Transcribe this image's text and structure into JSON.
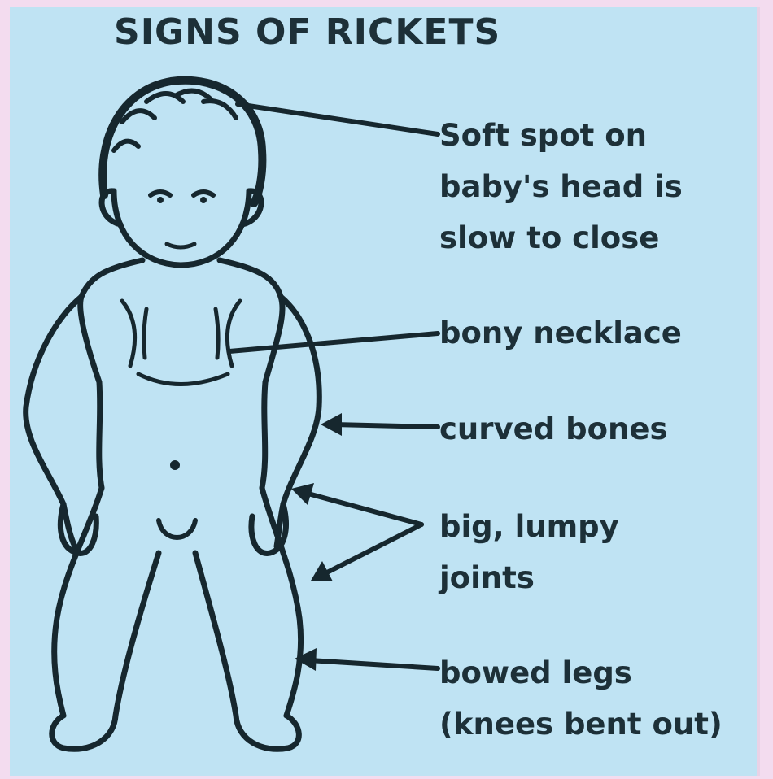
{
  "title": "SIGNS OF RICKETS",
  "labels": {
    "soft_spot": [
      "Soft spot on",
      "baby's head is",
      "slow to close"
    ],
    "bony_necklace": [
      "bony necklace"
    ],
    "curved_bones": [
      "curved bones"
    ],
    "lumpy_joints": [
      "big, lumpy",
      "joints"
    ],
    "bowed_legs": [
      "bowed legs",
      "(knees bent out)"
    ]
  },
  "colors": {
    "background": "#bfe3f3",
    "ink": "#1d3038",
    "frame": "#f3dcef"
  }
}
